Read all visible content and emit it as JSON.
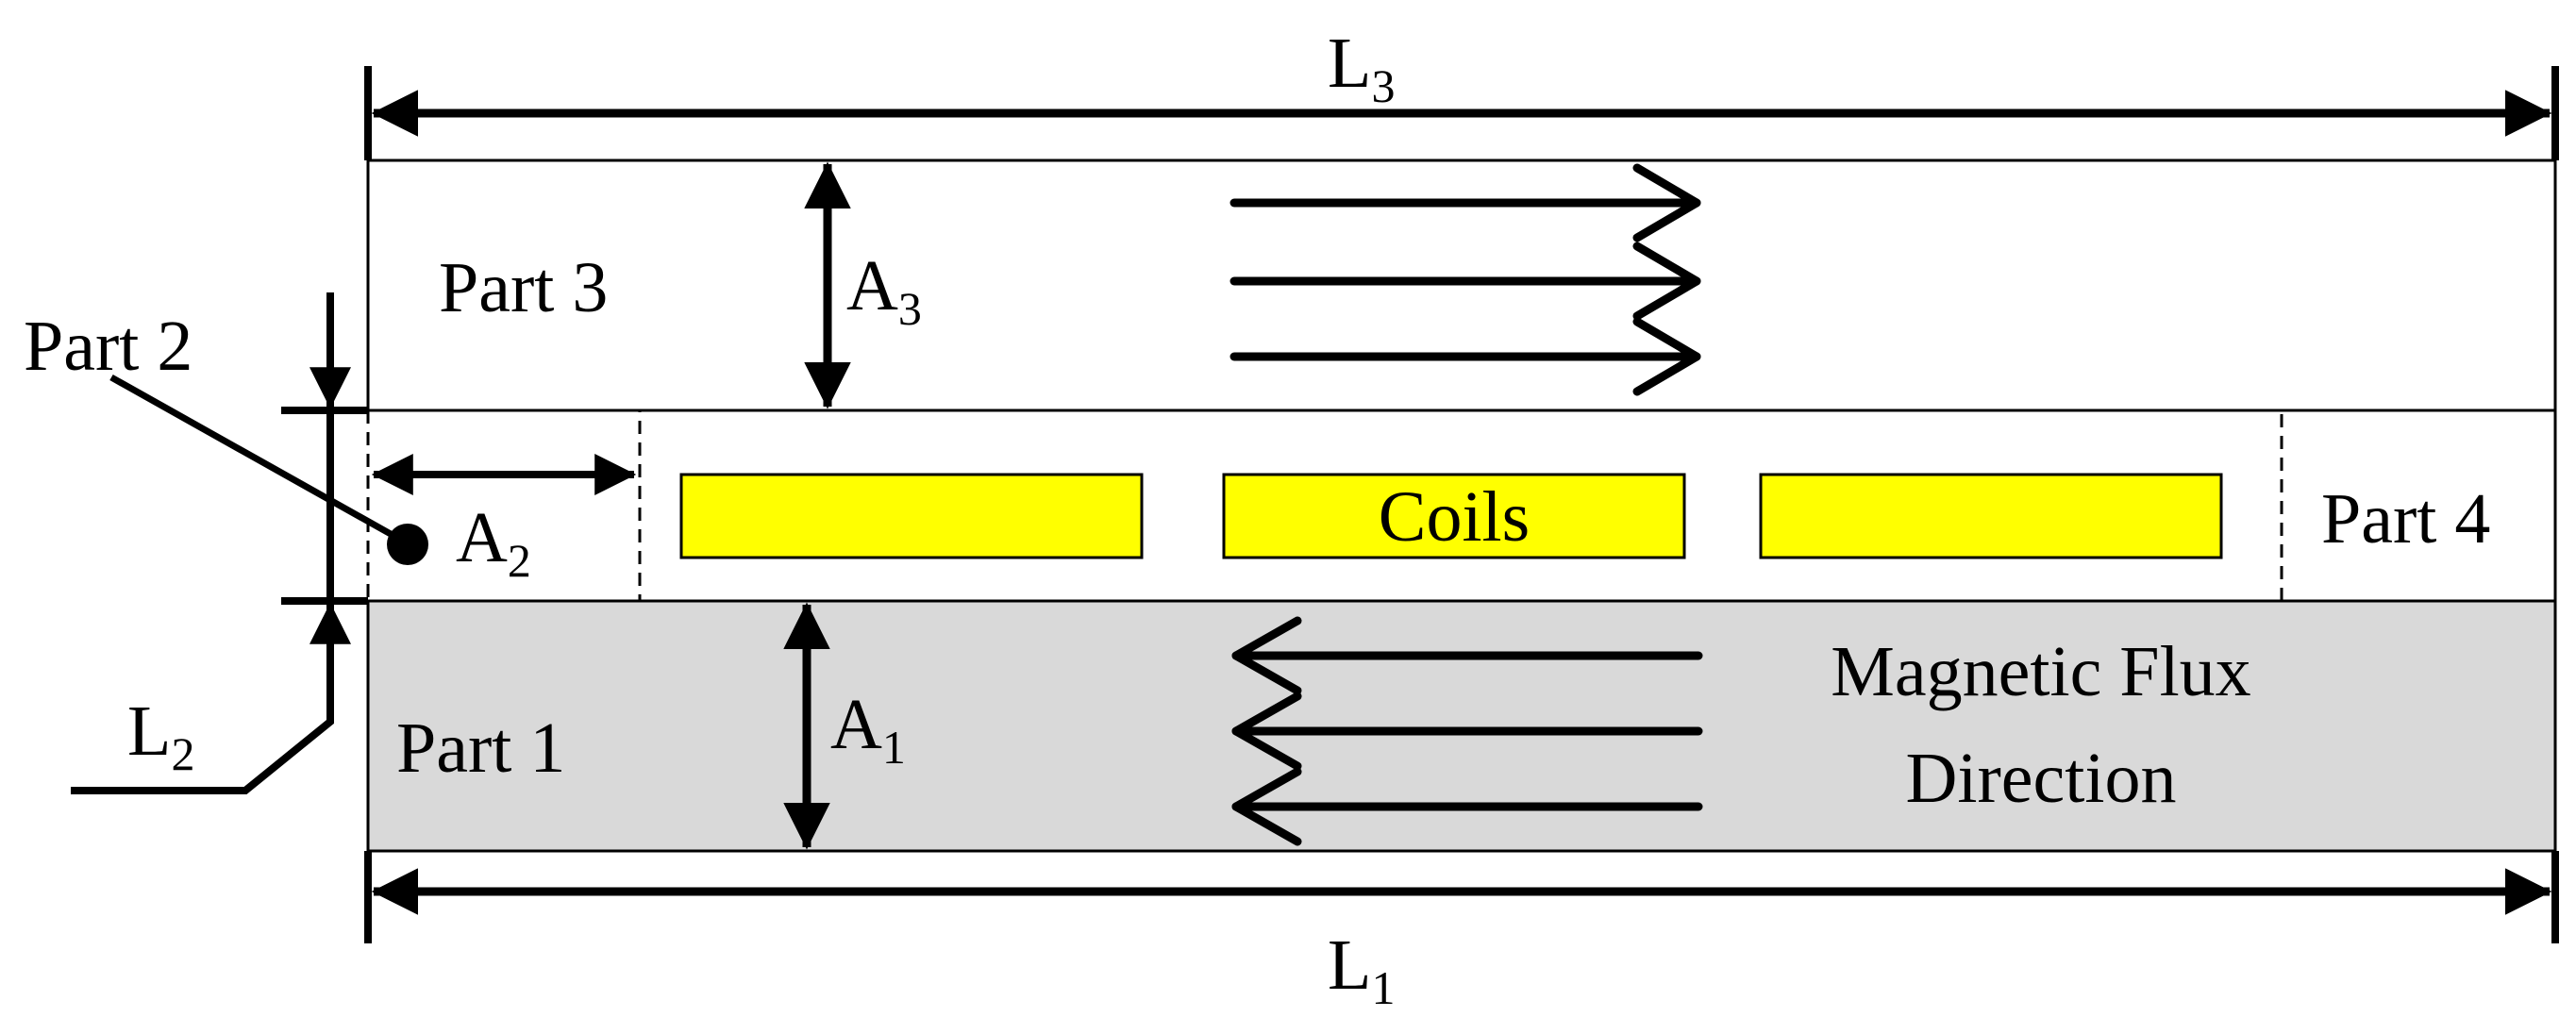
{
  "labels": {
    "L3": {
      "base": "L",
      "sub": "3"
    },
    "L2": {
      "base": "L",
      "sub": "2"
    },
    "L1": {
      "base": "L",
      "sub": "1"
    },
    "A3": {
      "base": "A",
      "sub": "3"
    },
    "A2": {
      "base": "A",
      "sub": "2"
    },
    "A1": {
      "base": "A",
      "sub": "1"
    },
    "part1": "Part 1",
    "part2": "Part 2",
    "part3": "Part 3",
    "part4": "Part 4",
    "coils": "Coils",
    "flux_line1": "Magnetic Flux",
    "flux_line2": "Direction"
  },
  "colors": {
    "coil_fill": "#FFFF00",
    "part1_fill": "#D9D9D9",
    "stroke": "#000000"
  }
}
